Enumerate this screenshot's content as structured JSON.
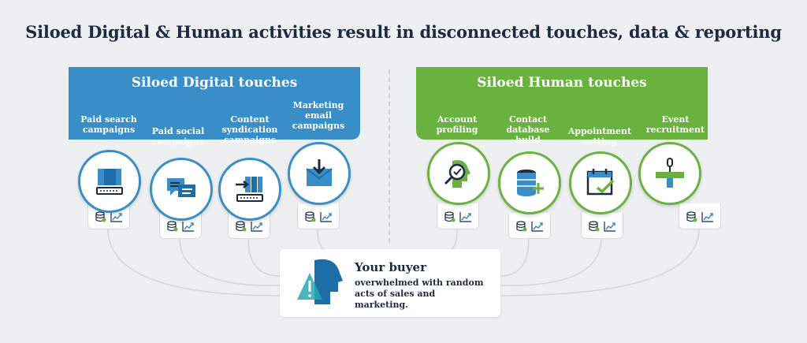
{
  "title": "Siloed Digital & Human activities result in disconnected touches, data & reporting",
  "colors": {
    "digital": "#3a8ec8",
    "human": "#6ab23f",
    "navy": "#1d2a44",
    "teal": "#2aa8b0",
    "background": "#eeeff1"
  },
  "digital": {
    "heading": "Siloed Digital touches",
    "items": [
      {
        "label": "Paid search campaigns",
        "icon": "monitor-keyboard-icon"
      },
      {
        "label": "Paid social campaigns",
        "icon": "chat-bubbles-icon"
      },
      {
        "label": "Content syndication campaigns",
        "icon": "laptop-arrow-icon"
      },
      {
        "label": "Marketing email campaigns",
        "icon": "email-download-icon"
      }
    ]
  },
  "human": {
    "heading": "Siloed Human touches",
    "items": [
      {
        "label": "Account profiling",
        "icon": "head-search-icon"
      },
      {
        "label": "Contact database build",
        "icon": "database-plus-icon"
      },
      {
        "label": "Appointment setting",
        "icon": "calendar-check-icon"
      },
      {
        "label": "Event recruitment",
        "icon": "podium-microphone-icon"
      }
    ]
  },
  "buyer": {
    "title": "Your buyer",
    "subtitle": "overwhelmed with random acts of sales and marketing.",
    "icon": "head-warning-icon"
  }
}
